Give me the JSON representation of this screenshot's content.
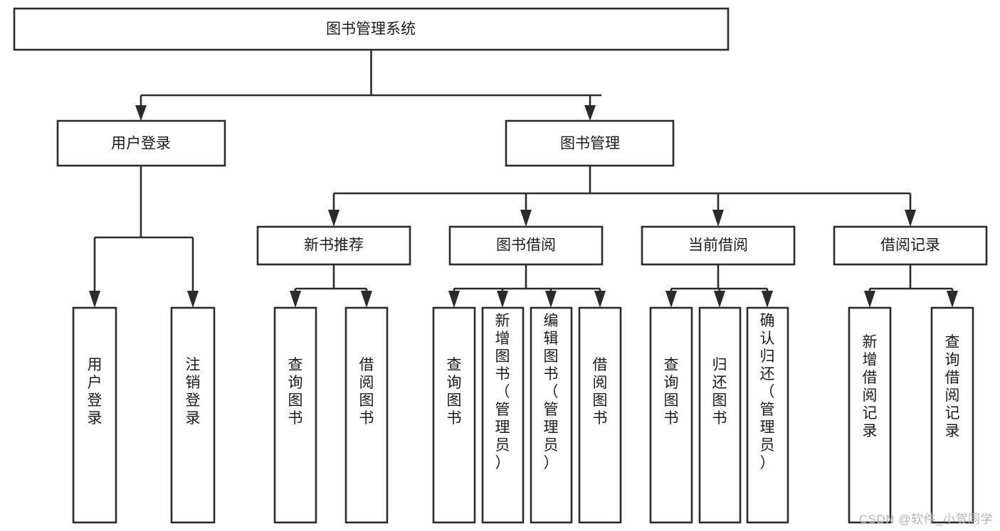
{
  "diagram": {
    "title": "图书管理系统",
    "type": "hierarchy-tree",
    "watermark": "CSDN @软件_小贺同学",
    "root": {
      "id": "root",
      "label": "图书管理系统",
      "orientation": "horizontal"
    },
    "level2": [
      {
        "id": "user-login",
        "label": "用户登录",
        "orientation": "horizontal"
      },
      {
        "id": "book-manage",
        "label": "图书管理",
        "orientation": "horizontal"
      }
    ],
    "level3": [
      {
        "id": "new-book-recommend",
        "label": "新书推荐",
        "orientation": "horizontal",
        "parent": "book-manage"
      },
      {
        "id": "book-borrow",
        "label": "图书借阅",
        "orientation": "horizontal",
        "parent": "book-manage"
      },
      {
        "id": "current-borrow",
        "label": "当前借阅",
        "orientation": "horizontal",
        "parent": "book-manage"
      },
      {
        "id": "borrow-record",
        "label": "借阅记录",
        "orientation": "horizontal",
        "parent": "book-manage"
      }
    ],
    "leaves": [
      {
        "id": "leaf-user-login",
        "label": "用户登录",
        "orientation": "vertical",
        "parent": "user-login"
      },
      {
        "id": "leaf-logout-login",
        "label": "注销登录",
        "orientation": "vertical",
        "parent": "user-login"
      },
      {
        "id": "leaf-query-book-1",
        "label": "查询图书",
        "orientation": "vertical",
        "parent": "new-book-recommend"
      },
      {
        "id": "leaf-borrow-book-1",
        "label": "借阅图书",
        "orientation": "vertical",
        "parent": "new-book-recommend"
      },
      {
        "id": "leaf-query-book-2",
        "label": "查询图书",
        "orientation": "vertical",
        "parent": "book-borrow"
      },
      {
        "id": "leaf-add-book",
        "label": "新增图书（管理员）",
        "orientation": "vertical",
        "parent": "book-borrow"
      },
      {
        "id": "leaf-edit-book",
        "label": "编辑图书（管理员）",
        "orientation": "vertical",
        "parent": "book-borrow"
      },
      {
        "id": "leaf-borrow-book-2",
        "label": "借阅图书",
        "orientation": "vertical",
        "parent": "book-borrow"
      },
      {
        "id": "leaf-query-book-3",
        "label": "查询图书",
        "orientation": "vertical",
        "parent": "current-borrow"
      },
      {
        "id": "leaf-return-book",
        "label": "归还图书",
        "orientation": "vertical",
        "parent": "current-borrow"
      },
      {
        "id": "leaf-confirm-return",
        "label": "确认归还（管理员）",
        "orientation": "vertical",
        "parent": "current-borrow"
      },
      {
        "id": "leaf-add-record",
        "label": "新增借阅记录",
        "orientation": "vertical",
        "parent": "borrow-record"
      },
      {
        "id": "leaf-query-record",
        "label": "查询借阅记录",
        "orientation": "vertical",
        "parent": "borrow-record"
      }
    ],
    "colors": {
      "stroke": "#2b2b2b",
      "fill": "#ffffff",
      "text": "#1b1b1b",
      "watermark": "#b6b6b6"
    }
  }
}
